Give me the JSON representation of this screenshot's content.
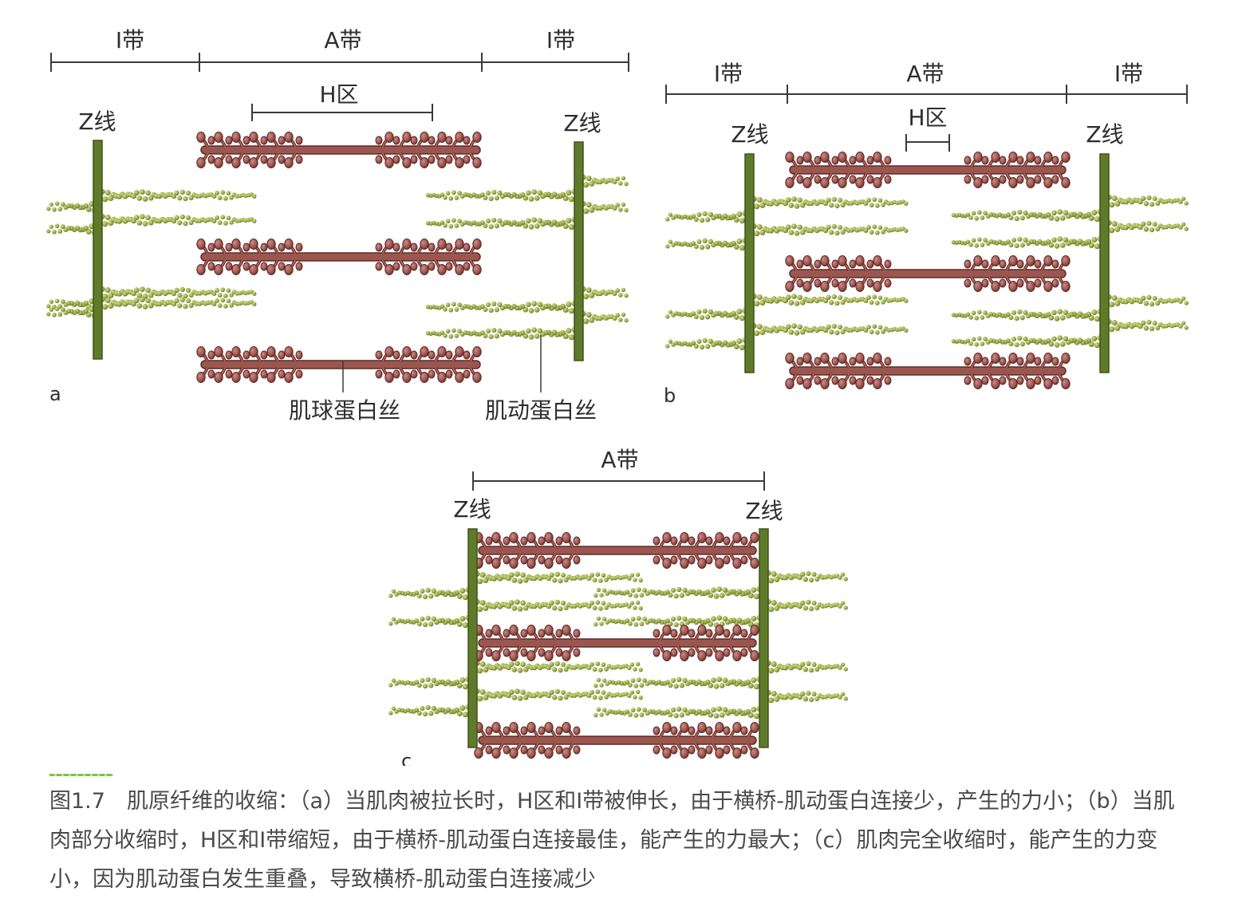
{
  "panels": {
    "a": {
      "letter": "a",
      "bands": [
        "I带",
        "A带",
        "I带"
      ],
      "h_zone": "H区",
      "z_left": "Z线",
      "z_right": "Z线",
      "myosin_label": "肌球蛋白丝",
      "actin_label": "肌动蛋白丝"
    },
    "b": {
      "letter": "b",
      "bands": [
        "I带",
        "A带",
        "I带"
      ],
      "h_zone": "H区",
      "z_left": "Z线",
      "z_right": "Z线"
    },
    "c": {
      "letter": "c",
      "bands": [
        "A带"
      ],
      "z_left": "Z线",
      "z_right": "Z线"
    }
  },
  "colors": {
    "actin": "#9aab4a",
    "actin_dark": "#5f7326",
    "myosin": "#9c5650",
    "myosin_dark": "#5e2a26",
    "zline": "#5f7a2a"
  },
  "caption": "图1.7　肌原纤维的收缩：（a）当肌肉被拉长时，H区和I带被伸长，由于横桥-肌动蛋白连接少，产生的力小；（b）当肌肉部分收缩时，H区和I带缩短，由于横桥-肌动蛋白连接最佳，能产生的力最大；（c）肌肉完全收缩时，能产生的力变小，因为肌动蛋白发生重叠，导致横桥-肌动蛋白连接减少"
}
